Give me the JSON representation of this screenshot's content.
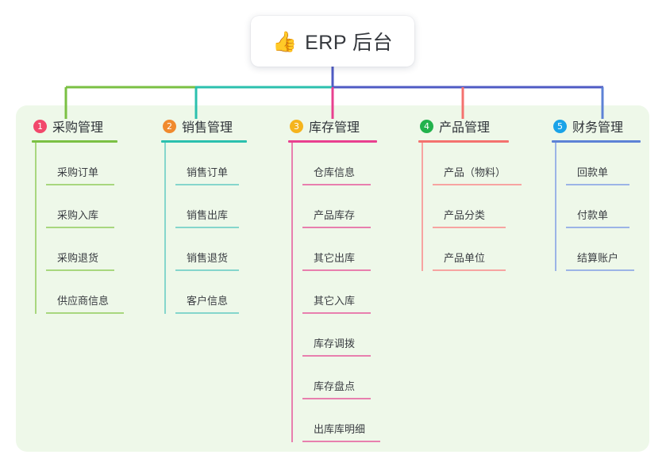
{
  "diagram": {
    "title": "ERP 后台",
    "root": {
      "emoji": "👍",
      "label": "ERP 后台"
    },
    "panel_color": "#eef8e9",
    "root_stem_color": "#4f5bc4",
    "branches": [
      {
        "number": "1",
        "badge_color": "#f2486b",
        "line_color": "#7ac043",
        "label": "采购管理",
        "rule_width": 108,
        "items": [
          {
            "label": "采购订单",
            "rule_width": 86
          },
          {
            "label": "采购入库",
            "rule_width": 86
          },
          {
            "label": "采购退货",
            "rule_width": 86
          },
          {
            "label": "供应商信息",
            "rule_width": 98
          }
        ]
      },
      {
        "number": "2",
        "badge_color": "#f08a2e",
        "line_color": "#2bc0ae",
        "label": "销售管理",
        "rule_width": 108,
        "items": [
          {
            "label": "销售订单",
            "rule_width": 80
          },
          {
            "label": "销售出库",
            "rule_width": 80
          },
          {
            "label": "销售退货",
            "rule_width": 80
          },
          {
            "label": "客户信息",
            "rule_width": 80
          }
        ]
      },
      {
        "number": "3",
        "badge_color": "#f5b41d",
        "line_color": "#e8408f",
        "label": "库存管理",
        "rule_width": 112,
        "items": [
          {
            "label": "仓库信息",
            "rule_width": 86
          },
          {
            "label": "产品库存",
            "rule_width": 86
          },
          {
            "label": "其它出库",
            "rule_width": 86
          },
          {
            "label": "其它入库",
            "rule_width": 86
          },
          {
            "label": "库存调拨",
            "rule_width": 86
          },
          {
            "label": "库存盘点",
            "rule_width": 86
          },
          {
            "label": "出库库明细",
            "rule_width": 98
          }
        ]
      },
      {
        "number": "4",
        "badge_color": "#22b24c",
        "line_color": "#f4726f",
        "label": "产品管理",
        "rule_width": 114,
        "items": [
          {
            "label": "产品（物料）",
            "rule_width": 112
          },
          {
            "label": "产品分类",
            "rule_width": 92
          },
          {
            "label": "产品单位",
            "rule_width": 92
          }
        ]
      },
      {
        "number": "5",
        "badge_color": "#1aa3e8",
        "line_color": "#5d82d6",
        "label": "财务管理",
        "rule_width": 112,
        "items": [
          {
            "label": "回款单",
            "rule_width": 80
          },
          {
            "label": "付款单",
            "rule_width": 80
          },
          {
            "label": "结算账户",
            "rule_width": 86
          }
        ]
      }
    ]
  }
}
